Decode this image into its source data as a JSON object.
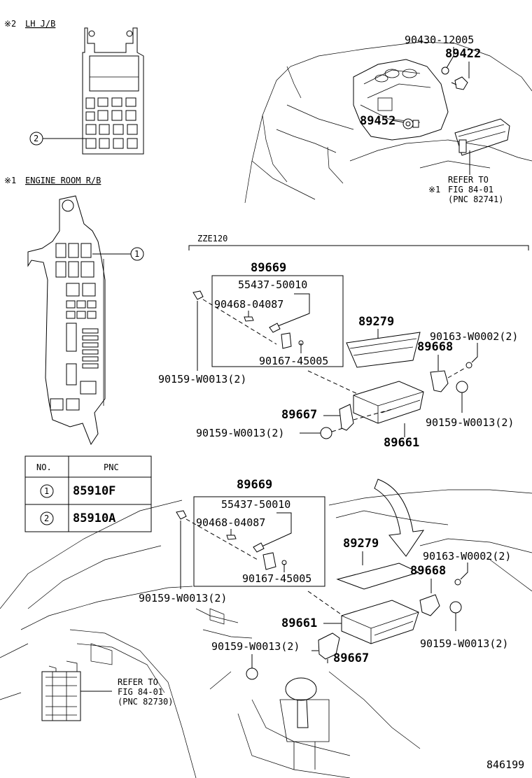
{
  "header": {
    "lh_jb_mark": "※2",
    "lh_jb_title": "LH J/B",
    "engine_rb_mark": "※1",
    "engine_rb_title": "ENGINE ROOM R/B",
    "zze_label": "ZZE120"
  },
  "callouts": {
    "one": "1",
    "two": "2"
  },
  "engine": {
    "p1": "90430-12005",
    "p2": "89422",
    "p3": "89452",
    "refer_mark": "※1",
    "refer_line1": "REFER TO",
    "refer_line2": "FIG 84-01",
    "refer_line3": "(PNC 82741)"
  },
  "upper_ecu": {
    "box_title": "89669",
    "p_55437": "55437-50010",
    "p_90468": "90468-04087",
    "p_90167": "90167-45005",
    "p_90159_left": "90159-W0013(2)",
    "p_89279": "89279",
    "p_90163": "90163-W0002(2)",
    "p_89668": "89668",
    "p_89667": "89667",
    "p_90159_right": "90159-W0013(2)",
    "p_90159_bottom": "90159-W0013(2)",
    "p_89661": "89661"
  },
  "table": {
    "col_no": "NO.",
    "col_pnc": "PNC",
    "rows": [
      {
        "no": "1",
        "pnc": "85910F"
      },
      {
        "no": "2",
        "pnc": "85910A"
      }
    ]
  },
  "lower_ecu": {
    "box_title": "89669",
    "p_55437": "55437-50010",
    "p_90468": "90468-04087",
    "p_90167": "90167-45005",
    "p_90159_left": "90159-W0013(2)",
    "p_89279": "89279",
    "p_90163": "90163-W0002(2)",
    "p_89668": "89668",
    "p_89661": "89661",
    "p_90159_right": "90159-W0013(2)",
    "p_90159_mid": "90159-W0013(2)",
    "p_89667": "89667",
    "refer_line1": "REFER TO",
    "refer_line2": "FIG 84-01",
    "refer_line3": "(PNC 82730)"
  },
  "footer": {
    "figure_no": "846199"
  }
}
